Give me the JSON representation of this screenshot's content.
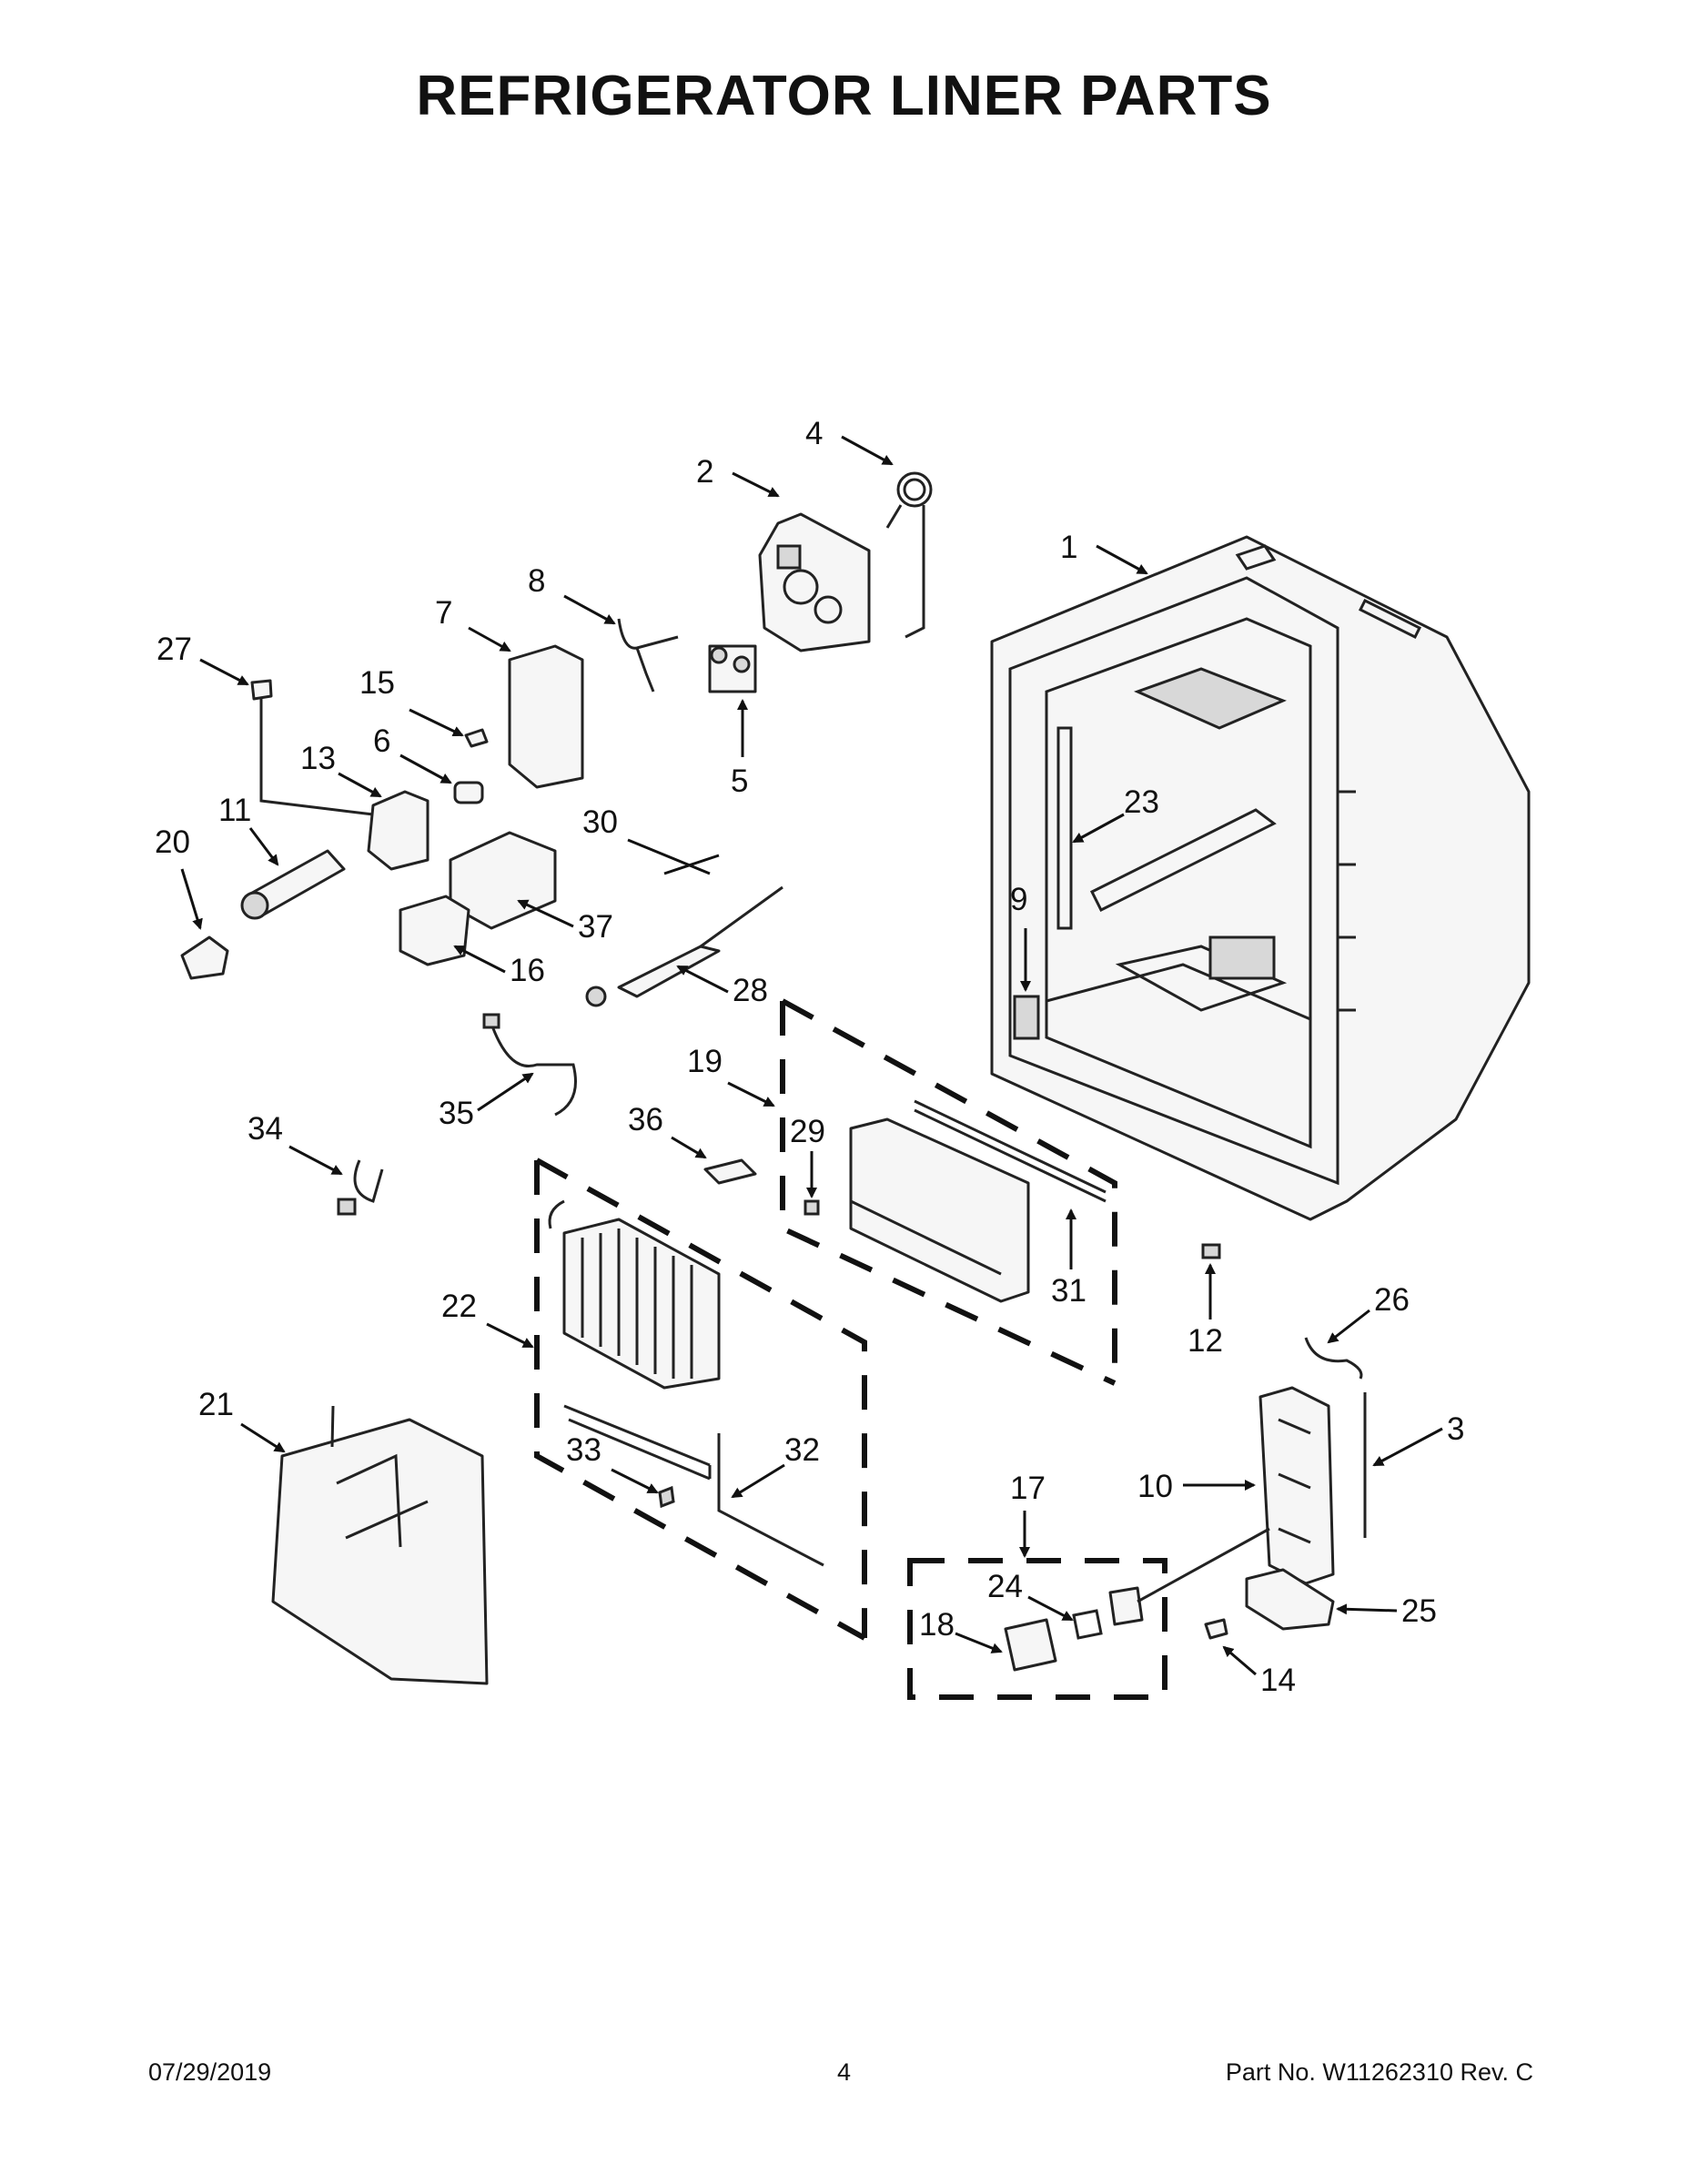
{
  "title": "REFRIGERATOR LINER PARTS",
  "footer": {
    "date": "07/29/2019",
    "page": "4",
    "part_no": "Part No.  W11262310  Rev.  C"
  },
  "callouts": [
    "1",
    "2",
    "3",
    "4",
    "5",
    "6",
    "7",
    "8",
    "9",
    "10",
    "11",
    "12",
    "13",
    "14",
    "15",
    "16",
    "17",
    "18",
    "19",
    "20",
    "21",
    "22",
    "23",
    "24",
    "25",
    "26",
    "27",
    "28",
    "29",
    "30",
    "31",
    "32",
    "33",
    "34",
    "35",
    "36",
    "37"
  ]
}
